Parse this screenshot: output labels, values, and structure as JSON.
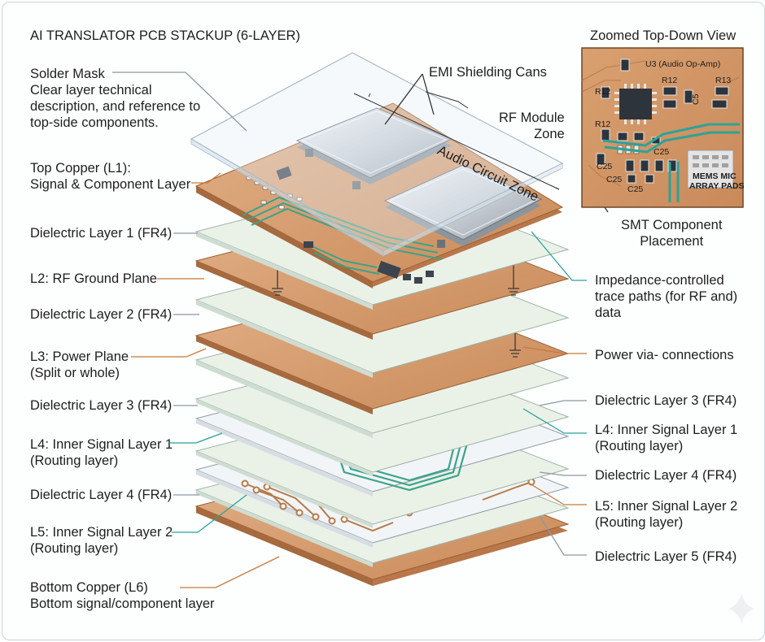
{
  "title": "AI TRANSLATOR PCB STACKUP (6-LAYER)",
  "inset": {
    "title": "Zoomed Top-Down View",
    "labels": {
      "u3": "U3 (Audio Op-Amp)",
      "r12a": "R12",
      "r12b": "R12",
      "r12c": "R12",
      "r13": "R13",
      "c5": "C5",
      "c25a": "C25",
      "c25b": "C25",
      "c25c": "C25",
      "c25d": "C25",
      "mems_line1": "MEMS MIC",
      "mems_line2": "ARRAY PADS"
    }
  },
  "left_labels": {
    "solder_mask": [
      "Solder Mask",
      "Clear layer technical",
      "description, and reference to",
      "top-side components."
    ],
    "top_copper": [
      "Top Copper (L1):",
      "Signal & Component Layer"
    ],
    "dielectric1": [
      "Dielectric Layer 1 (FR4)"
    ],
    "l2": [
      "L2: RF Ground Plane"
    ],
    "dielectric2": [
      "Dielectric Layer 2 (FR4)"
    ],
    "l3": [
      "L3: Power Plane",
      "(Split or whole)"
    ],
    "dielectric3": [
      "Dielectric Layer 3 (FR4)"
    ],
    "l4": [
      "L4: Inner Signal Layer 1",
      "(Routing layer)"
    ],
    "dielectric4": [
      "Dielectric Layer 4 (FR4)"
    ],
    "l5": [
      "L5: Inner Signal Layer 2",
      "(Routing layer)"
    ],
    "bottom": [
      "Bottom Copper (L6)",
      "Bottom signal/component layer"
    ]
  },
  "right_labels": {
    "emi": [
      "EMI Shielding Cans"
    ],
    "rf_zone": [
      "RF Module",
      "Zone"
    ],
    "audio_zone": "Audio Circuit Zone",
    "smt": [
      "SMT Component",
      "Placement"
    ],
    "impedance": [
      "Impedance-controlled",
      "trace paths (for RF and)",
      "data"
    ],
    "power_via": [
      "Power via- connections"
    ],
    "dielectric3": [
      "Dielectric Layer 3 (FR4)"
    ],
    "l4": [
      "L4: Inner Signal Layer 1",
      "(Routing layer)"
    ],
    "dielectric4": [
      "Dielectric Layer 4 (FR4)"
    ],
    "l5": [
      "L5: Inner Signal Layer 2",
      "(Routing layer)"
    ],
    "dielectric5": [
      "Dielectric Layer 5 (FR4)"
    ]
  },
  "colors": {
    "copper": "#d49a6a",
    "copper_dark": "#a8683c",
    "dielectric": "#eef4ec",
    "signal_board": "#f3f6f8",
    "trace_green": "#3aa38a",
    "leader": "#c77a3a",
    "leader_teal": "#2aa39a",
    "leader_gray": "#8c99a6"
  }
}
